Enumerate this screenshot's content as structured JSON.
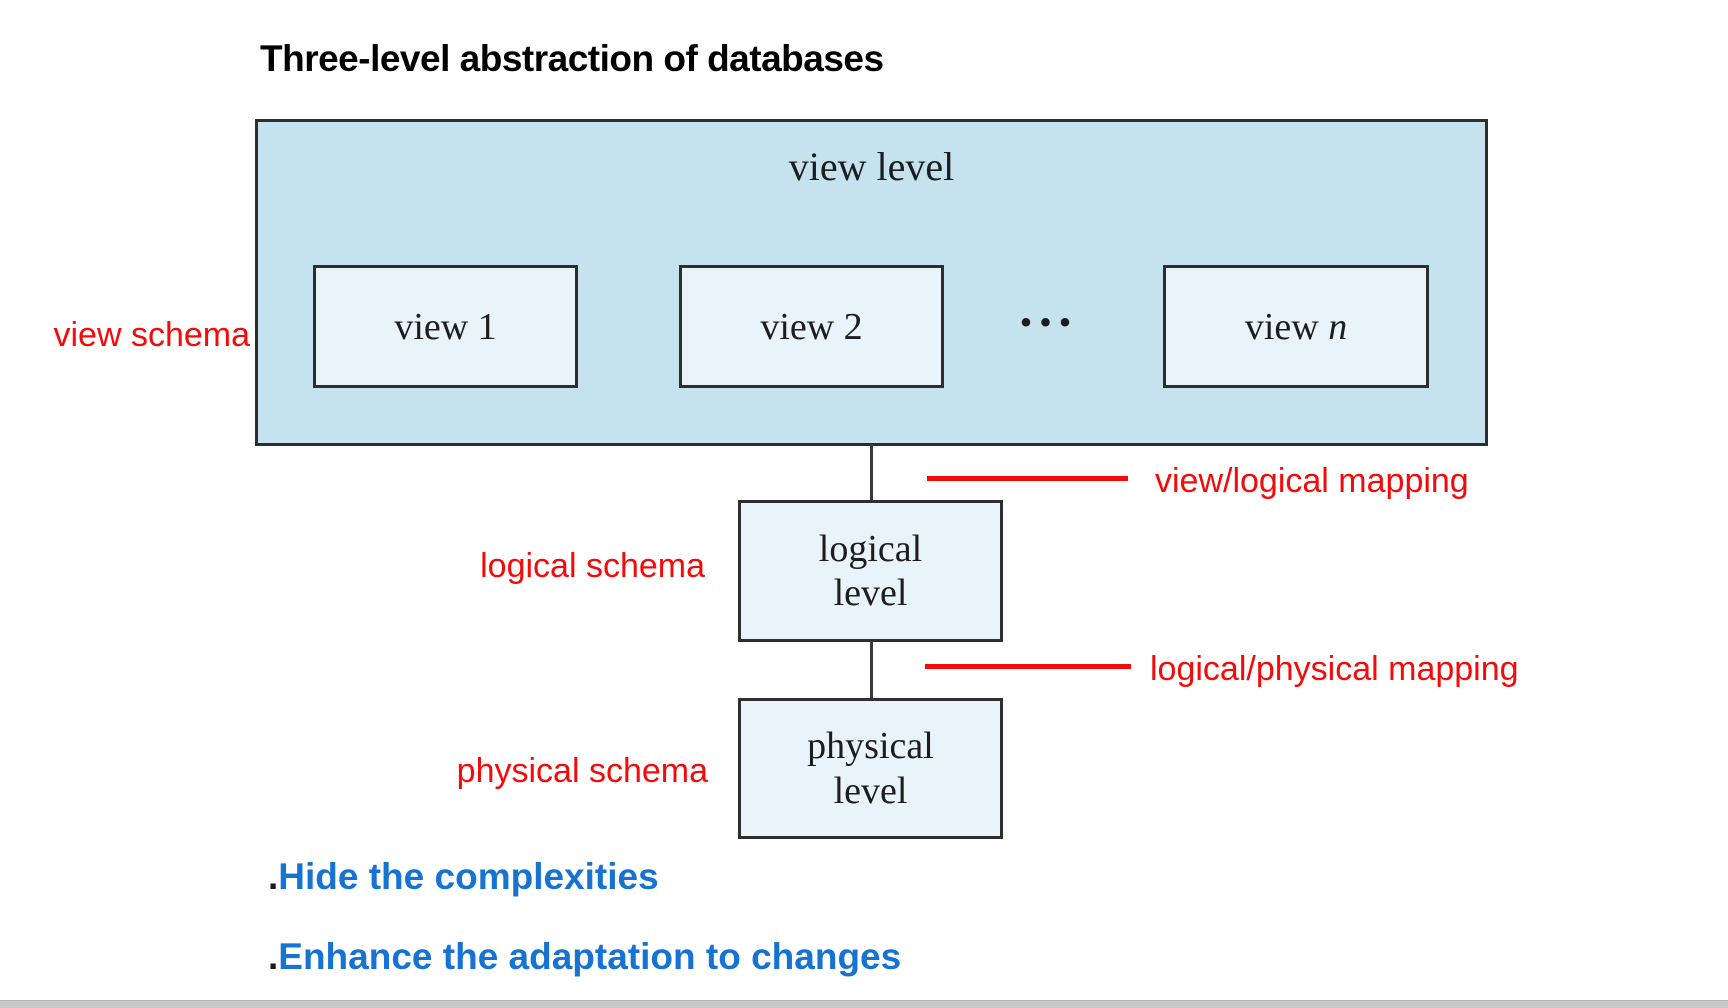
{
  "title": "Three-level abstraction of databases",
  "colors": {
    "outer_box_fill": "#c5e2ef",
    "inner_box_fill": "#e9f3fa",
    "box_border": "#2e2e30",
    "box_text": "#1d1d1f",
    "red": "#f40a0a",
    "blue": "#1673d2"
  },
  "diagram": {
    "view_level_label": "view level",
    "views": [
      {
        "label": "view 1"
      },
      {
        "label": "view 2"
      },
      {
        "prefix": "view ",
        "var": "n"
      }
    ],
    "ellipsis": "•••",
    "logical_level": {
      "line1": "logical",
      "line2": "level"
    },
    "physical_level": {
      "line1": "physical",
      "line2": "level"
    },
    "schema_labels": {
      "view": "view schema",
      "logical": "logical schema",
      "physical": "physical schema"
    },
    "mapping_labels": {
      "view_logical": "view/logical mapping",
      "logical_physical": "logical/physical mapping"
    }
  },
  "notes": [
    {
      "bullet": ".",
      "text": "Hide the complexities"
    },
    {
      "bullet": ".",
      "text": "Enhance the adaptation to changes"
    }
  ]
}
